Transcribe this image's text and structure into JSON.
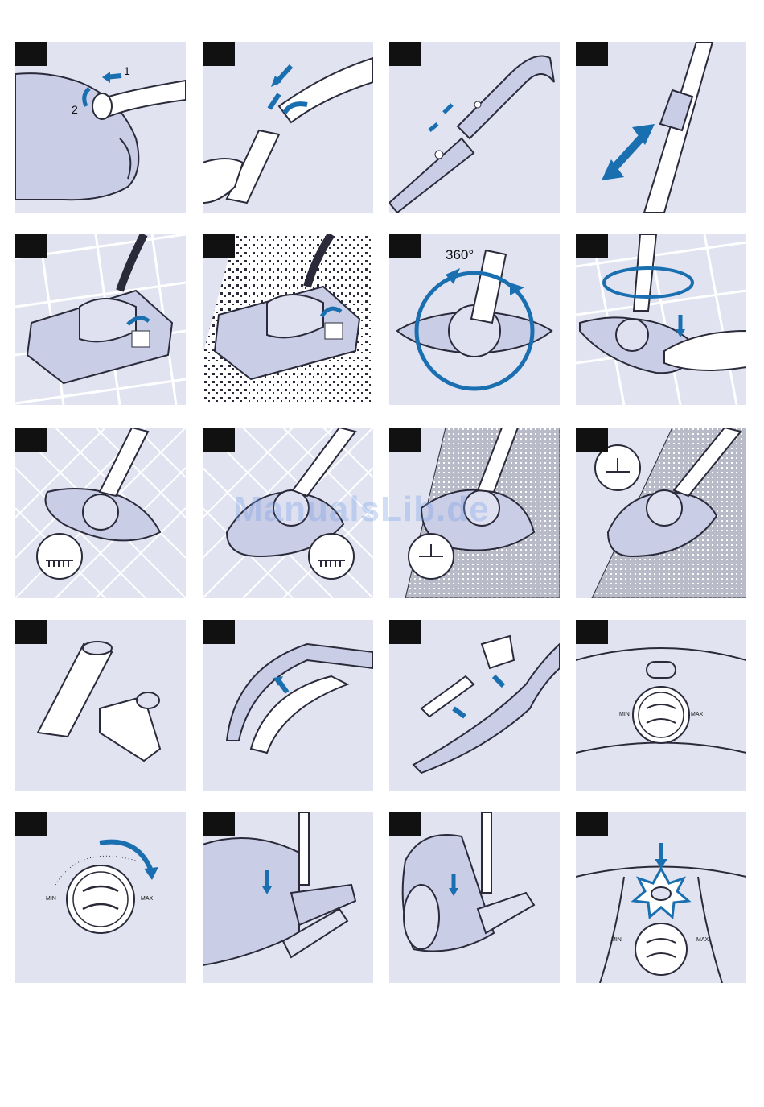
{
  "colors": {
    "panel_bg": "#e1e3f1",
    "accent_arrow": "#1a6fb0",
    "step_box": "#111111",
    "outline": "#2a2a3a",
    "device_fill": "#c9cde6"
  },
  "watermark": "ManualsLib.de",
  "labels": {
    "hose_step_1": "1",
    "hose_step_2": "2",
    "rotation_degrees": "360°",
    "min": "MIN",
    "max": "MAX"
  }
}
